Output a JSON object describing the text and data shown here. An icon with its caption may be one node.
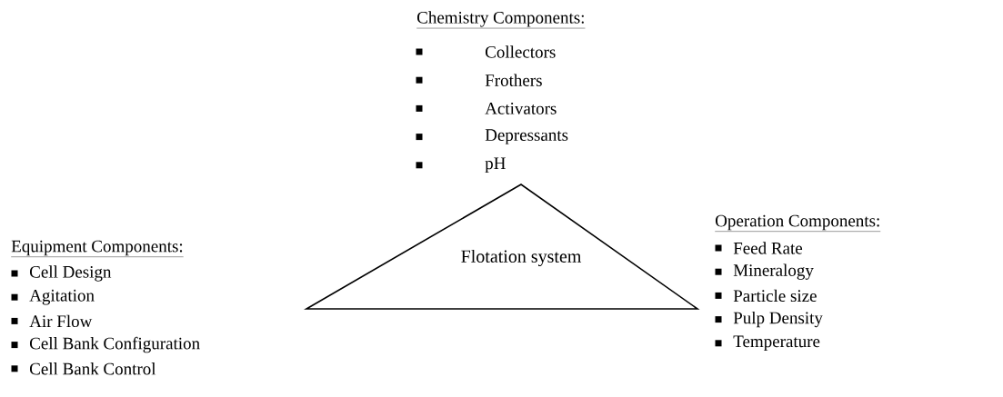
{
  "diagram": {
    "nodes": [
      {
        "text": [
          "Flotation system"
        ]
      }
    ],
    "labels": [
      "Chemistry Components:",
      "Collectors",
      "Frothers",
      "Activators",
      "Depressants",
      "pH",
      "Equipment Components:",
      "Cell Design",
      "Agitation",
      "Air Flow",
      "Cell Bank Configuration",
      "Cell Bank Control",
      "Operation Components:",
      "Feed Rate",
      "Mineralogy",
      "Particle size",
      "Pulp Density",
      "Temperature"
    ]
  }
}
